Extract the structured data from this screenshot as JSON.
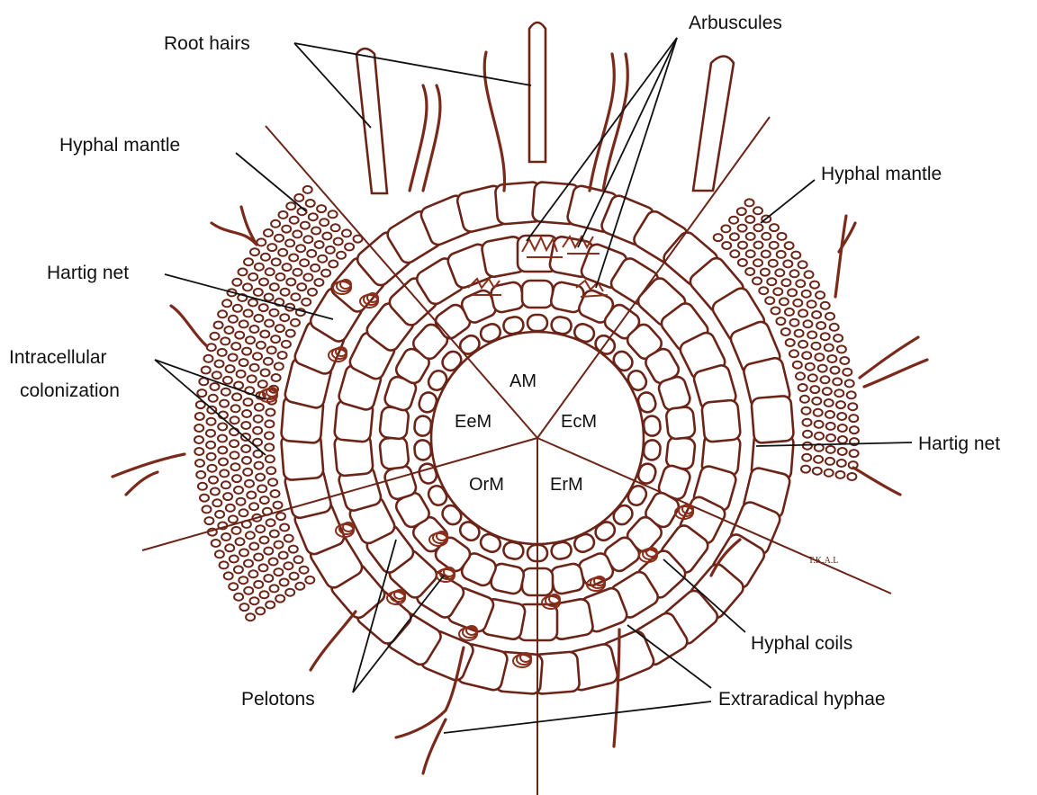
{
  "diagram": {
    "labels": {
      "root_hairs": "Root hairs",
      "arbuscules": "Arbuscules",
      "hyphal_mantle_left": "Hyphal mantle",
      "hyphal_mantle_right": "Hyphal mantle",
      "hartig_net_left": "Hartig net",
      "hartig_net_right": "Hartig net",
      "intracellular_line1": "Intracellular",
      "intracellular_line2": "colonization",
      "hyphal_coils": "Hyphal coils",
      "pelotons": "Pelotons",
      "extraradical_hyphae": "Extraradical hyphae",
      "signature": "T.K.A.L"
    },
    "sectors": {
      "am": "AM",
      "ecm": "EcM",
      "eem": "EeM",
      "orm": "OrM",
      "erm": "ErM"
    },
    "colors": {
      "ink": "#6b2417",
      "text": "#111111",
      "background": "#ffffff"
    }
  }
}
